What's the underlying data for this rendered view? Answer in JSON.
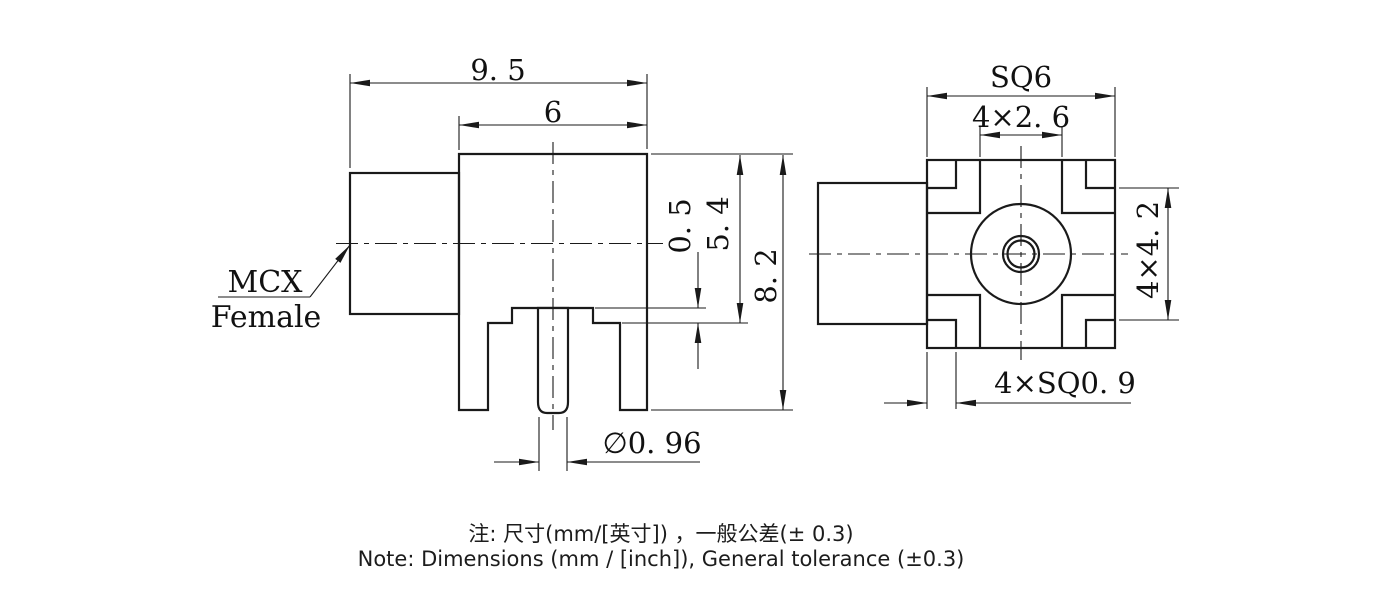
{
  "page": {
    "background_color": "#ffffff",
    "line_color": "#1a1a1a"
  },
  "part_label": {
    "line1": "MCX",
    "line2": "Female"
  },
  "side_view": {
    "dimensions": {
      "overall_width": "9. 5",
      "body_width": "6",
      "step_height": "0. 5",
      "body_to_step_height": "5. 4",
      "overall_height": "8. 2",
      "pin_diameter": "∅0. 96"
    }
  },
  "front_view": {
    "dimensions": {
      "square_size": "SQ6",
      "center_boss_width": "4×2. 6",
      "leg_inner_span": "4×4. 2",
      "leg_square_size": "4×SQ0. 9"
    }
  },
  "notes": {
    "line1_zh": "注: 尺寸(mm/[英寸]) ，一般公差(± 0.3)",
    "line2_en": "Note: Dimensions (mm / [inch]), General tolerance (±0.3)"
  }
}
